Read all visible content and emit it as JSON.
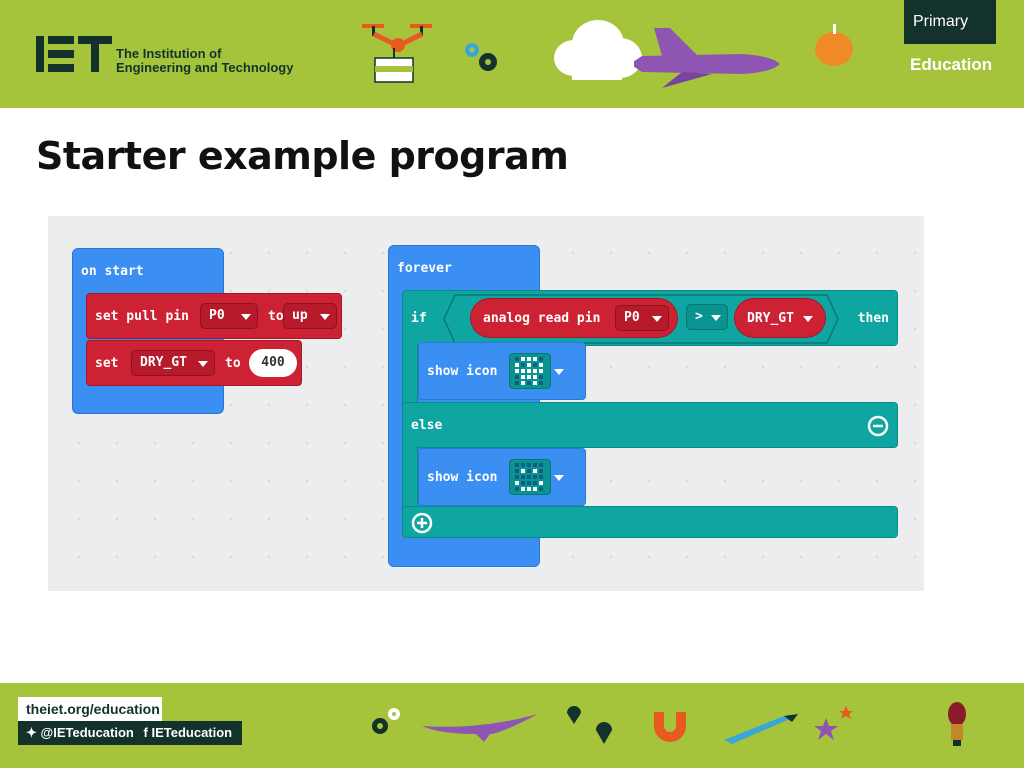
{
  "header": {
    "logo_letters": "IET",
    "logo_line1": "The Institution of",
    "logo_line2": "Engineering and Technology",
    "primary": "Primary",
    "education": "Education"
  },
  "slide": {
    "title": "Starter example program"
  },
  "blocks": {
    "on_start": {
      "label": "on start",
      "pull": {
        "label_set": "set pull pin",
        "pin": "P0",
        "label_to": "to",
        "mode": "up"
      },
      "set_var": {
        "label_set": "set",
        "var": "DRY_GT",
        "label_to": "to",
        "value": "400"
      }
    },
    "forever": {
      "label": "forever",
      "if_label": "if",
      "analog": {
        "label": "analog read pin",
        "pin": "P0"
      },
      "operator": ">",
      "compare_var": "DRY_GT",
      "then_label": "then",
      "show_icon_1": "show icon",
      "else_label": "else",
      "show_icon_2": "show icon"
    }
  },
  "footer": {
    "url": "theiet.org/education",
    "twitter": "@IETeducation",
    "facebook": "IETeducation"
  },
  "colors": {
    "header_green": "#a6c43b",
    "dark_green": "#13322b",
    "block_blue": "#3b8ff2",
    "block_red": "#cc2233",
    "block_teal": "#0fa6a1"
  }
}
